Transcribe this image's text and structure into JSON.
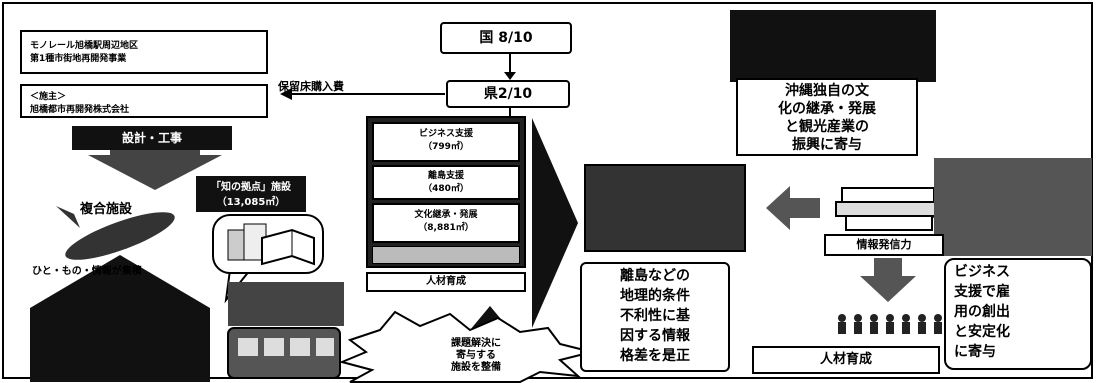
{
  "left": {
    "project_line1": "モノレール旭橋駅周辺地区",
    "project_line2": "第1種市街地再開発事業",
    "owner_label": "＜施主＞",
    "owner_name": "旭橋都市再開発株式会社",
    "design_bar": "設計・工事",
    "complex_label": "複合施設",
    "gathering_label": "ひと・もの・情報が集積",
    "hub_line1": "「知の拠点」施設",
    "hub_line2": "（13,085㎡）",
    "purchase_label": "保留床購入費"
  },
  "funding": {
    "national": "国 8/10",
    "prefecture": "県2/10"
  },
  "building": {
    "business": "ビジネス支援",
    "business_area": "（799㎡）",
    "island": "離島支援",
    "island_area": "（480㎡）",
    "culture": "文化継承・発展",
    "culture_area": "（8,881㎡）",
    "hr": "人材育成"
  },
  "starburst": {
    "line1": "課題解決に",
    "line2": "寄与する",
    "line3": "施設を整備"
  },
  "outcomes": {
    "culture_line1": "沖縄独自の文",
    "culture_line2": "化の継承・発展",
    "culture_line3": "と観光産業の",
    "culture_line4": "振興に寄与",
    "islands_line1": "離島などの",
    "islands_line2": "地理的条件",
    "islands_line3": "不利性に基",
    "islands_line4": "因する情報",
    "islands_line5": "格差を是正",
    "info_label": "情報発信力",
    "business_line1": "ビジネス",
    "business_line2": "支援で雇",
    "business_line3": "用の創出",
    "business_line4": "と安定化",
    "business_line5": "に寄与",
    "hr_label": "人材育成"
  }
}
